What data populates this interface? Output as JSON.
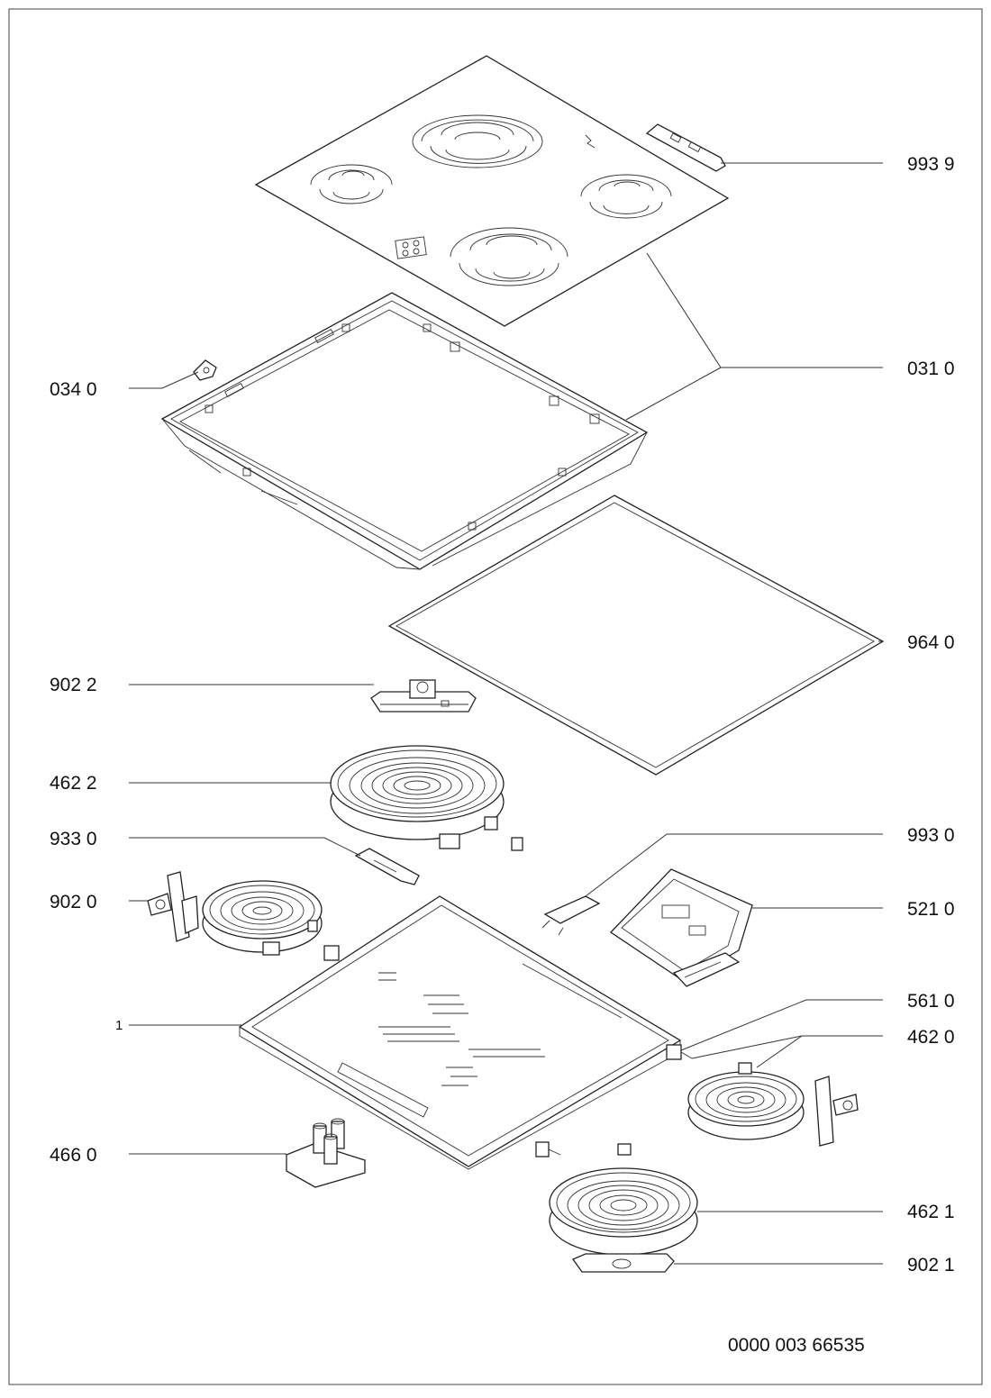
{
  "labels": {
    "l9939": "993 9",
    "l0310": "031 0",
    "l0340": "034 0",
    "l9640": "964 0",
    "l9022": "902 2",
    "l4622": "462 2",
    "l9330": "933 0",
    "l9930": "993 0",
    "l9020": "902 0",
    "l5210": "521 0",
    "l5610": "561 0",
    "l4620": "462 0",
    "l1": "1",
    "l4660": "466 0",
    "l4621": "462 1",
    "l9021": "902 1"
  },
  "drawing_number": "0000 003 66535",
  "colors": {
    "line": "#222222",
    "background": "#ffffff"
  }
}
